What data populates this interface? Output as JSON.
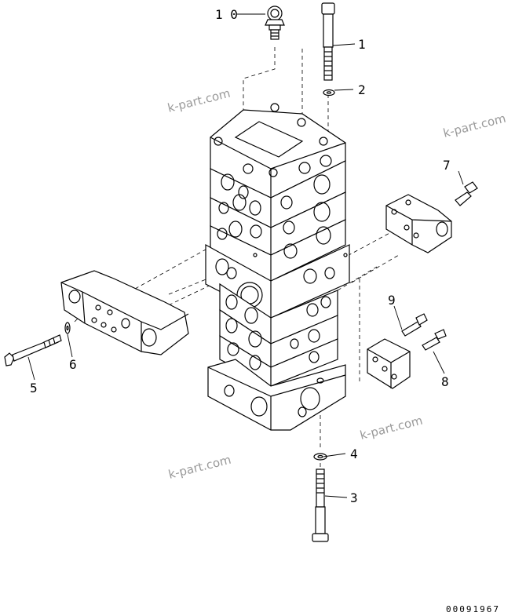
{
  "callouts": [
    {
      "id": "1",
      "label": "1"
    },
    {
      "id": "2",
      "label": "2"
    },
    {
      "id": "3",
      "label": "3"
    },
    {
      "id": "4",
      "label": "4"
    },
    {
      "id": "5",
      "label": "5"
    },
    {
      "id": "6",
      "label": "6"
    },
    {
      "id": "7",
      "label": "7"
    },
    {
      "id": "8",
      "label": "8"
    },
    {
      "id": "9",
      "label": "9"
    },
    {
      "id": "10",
      "label": "1 0"
    }
  ],
  "watermark": "k-part.com",
  "drawing_code": "00091967",
  "colors": {
    "line": "#000000",
    "watermark": "#9a9a9a",
    "background": "#ffffff"
  }
}
